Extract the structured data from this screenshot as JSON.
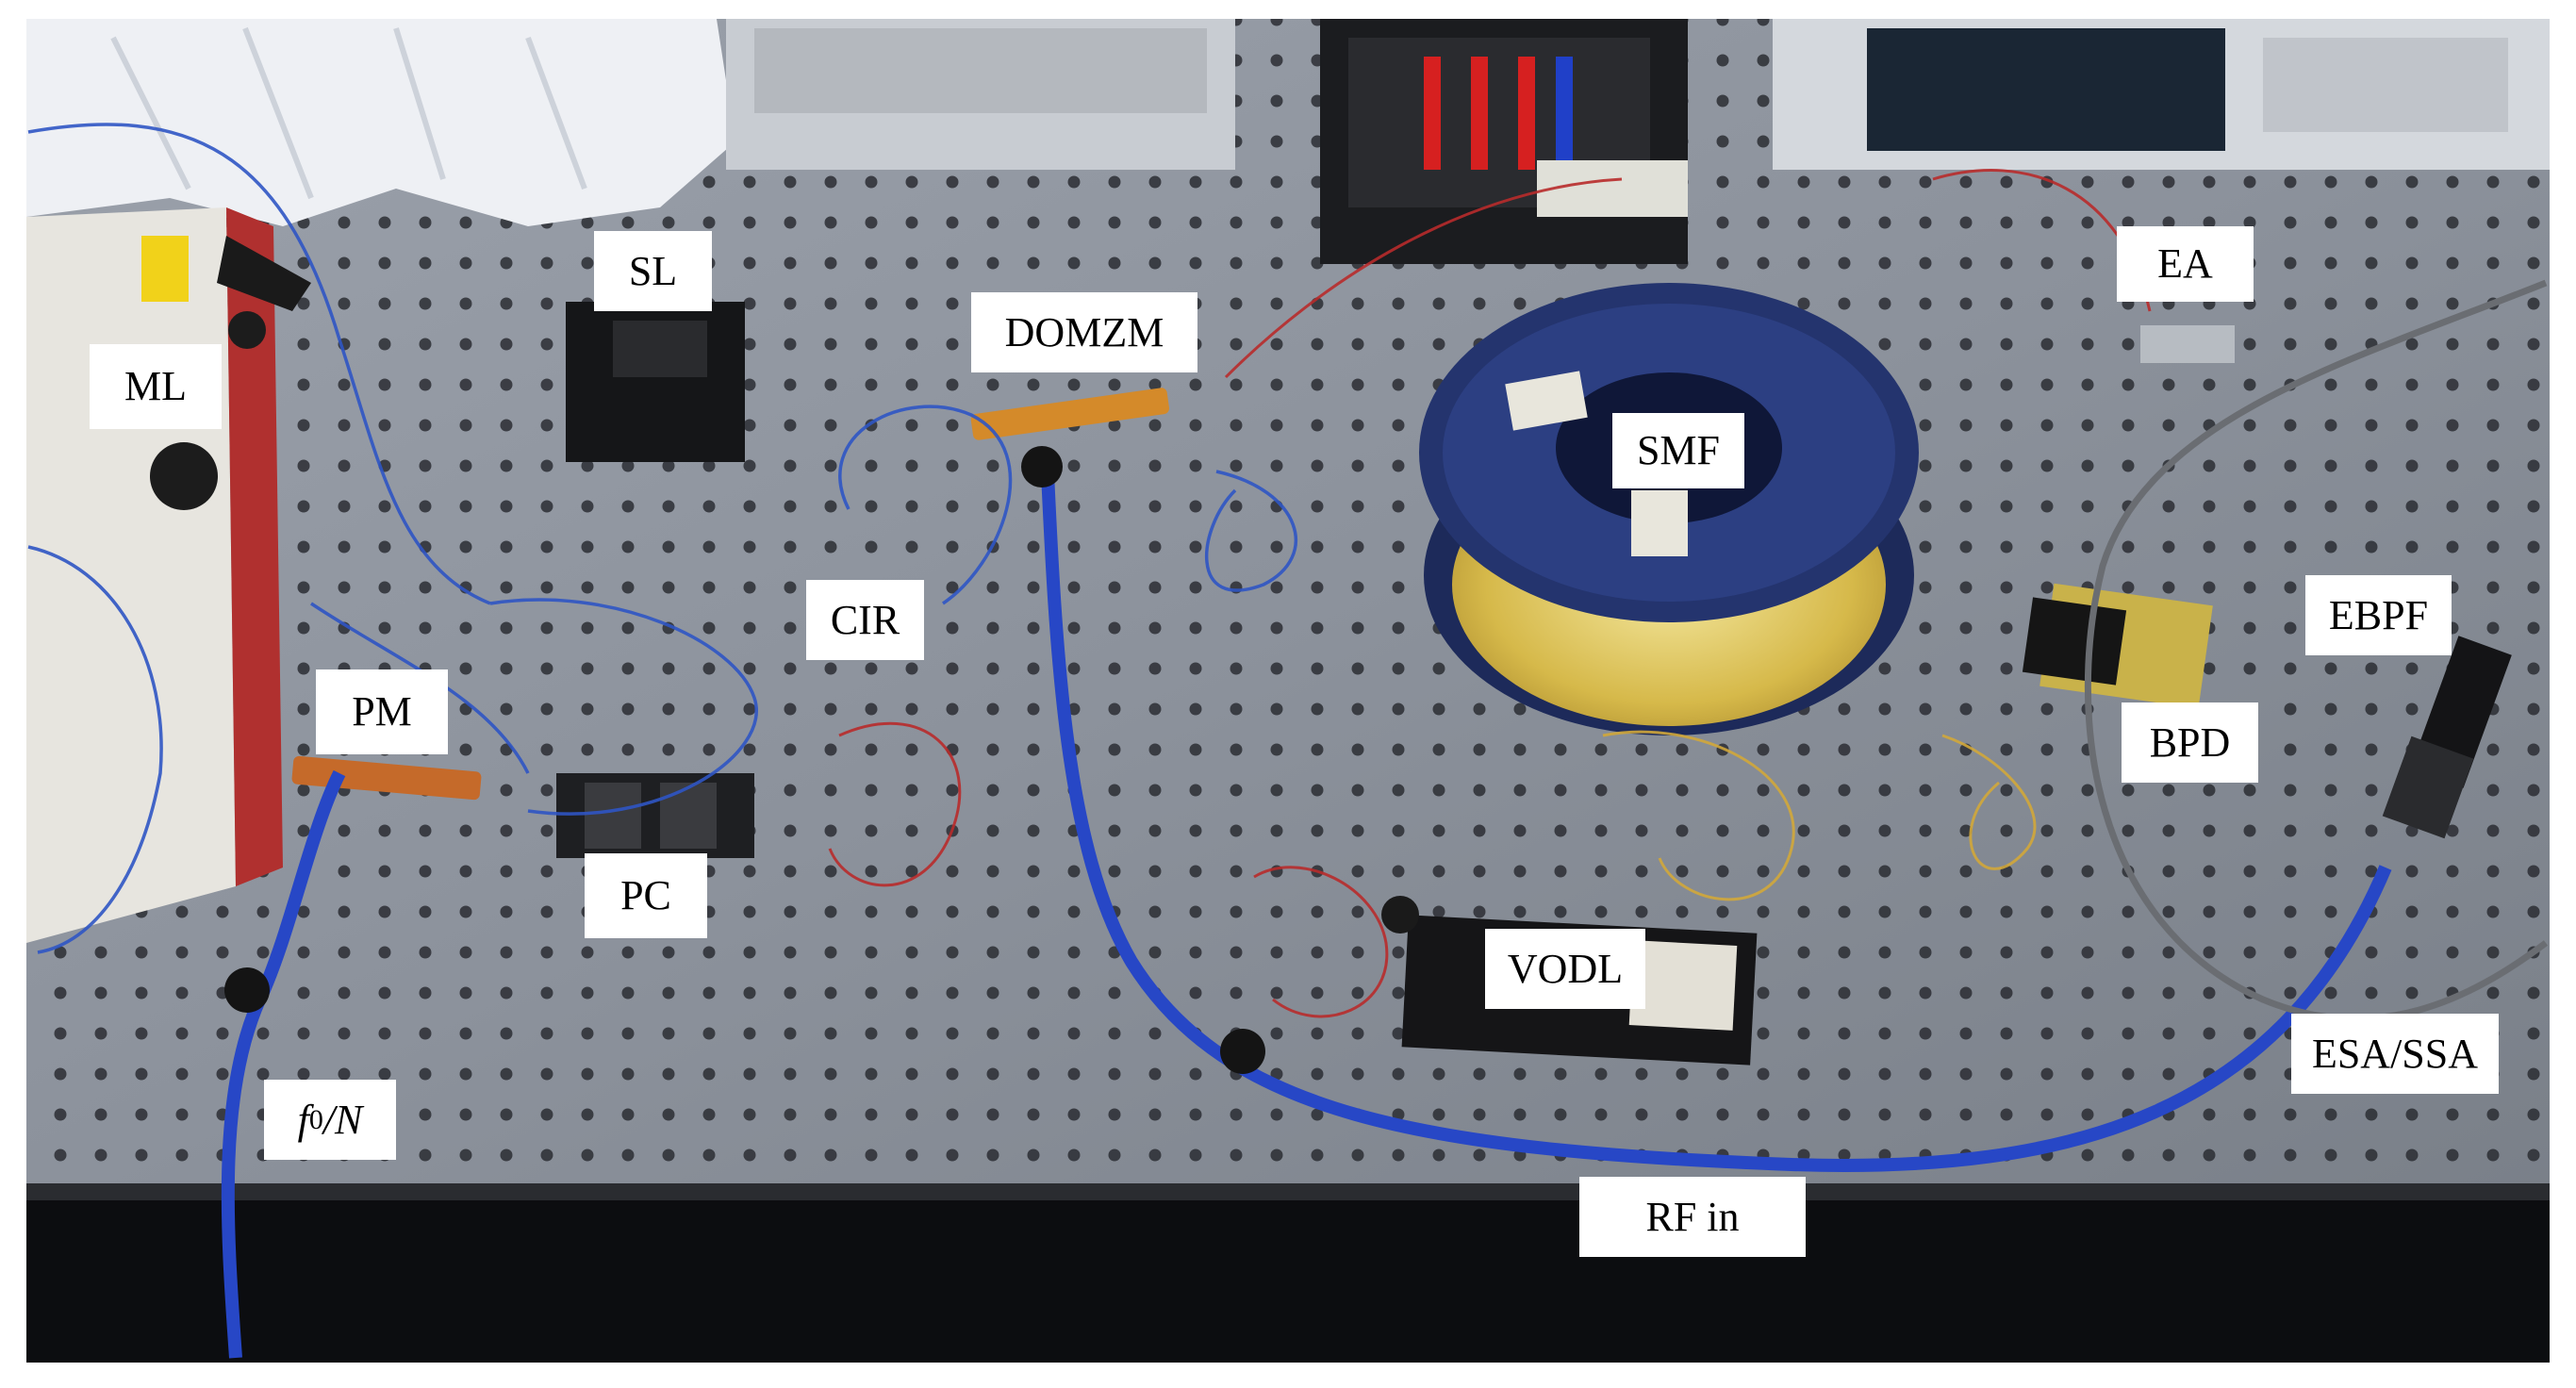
{
  "labels": {
    "ml": "ML",
    "sl": "SL",
    "domzm": "DOMZM",
    "ea": "EA",
    "smf": "SMF",
    "cir": "CIR",
    "pm": "PM",
    "ebpf": "EBPF",
    "bpd": "BPD",
    "pc": "PC",
    "vodl": "VODL",
    "esa_ssa": "ESA/SSA",
    "f0n_f": "f",
    "f0n_sub": "0",
    "f0n_rest": "/N",
    "rf_in": "RF in"
  }
}
